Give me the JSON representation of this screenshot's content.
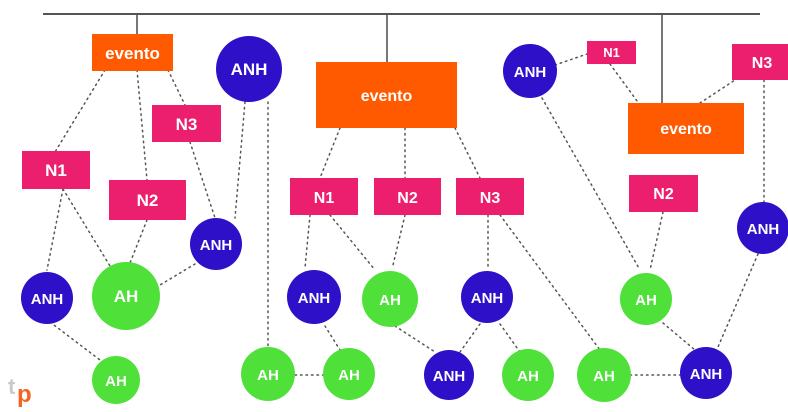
{
  "colors": {
    "event_fill": "#ff5a00",
    "n_fill": "#ec1f6e",
    "anh_fill": "#2d10c8",
    "ah_fill": "#4fe13a",
    "timeline": "#555555",
    "dotted": "#555555",
    "logo_t": "#c9c9c9",
    "logo_p": "#f26522"
  },
  "logo": {
    "glyph_t": "t",
    "glyph_p": "p"
  },
  "events": [
    {
      "id": "e1",
      "label": "evento"
    },
    {
      "id": "e2",
      "label": "evento"
    },
    {
      "id": "e3",
      "label": "evento"
    }
  ],
  "n_nodes": [
    {
      "id": "n1a",
      "label": "N1"
    },
    {
      "id": "n2a",
      "label": "N2"
    },
    {
      "id": "n3a",
      "label": "N3"
    },
    {
      "id": "n1b",
      "label": "N1"
    },
    {
      "id": "n2b",
      "label": "N2"
    },
    {
      "id": "n3b",
      "label": "N3"
    },
    {
      "id": "n1c",
      "label": "N1"
    },
    {
      "id": "n2c",
      "label": "N2"
    },
    {
      "id": "n3c",
      "label": "N3"
    }
  ],
  "anh_nodes": [
    {
      "id": "anh1",
      "label": "ANH"
    },
    {
      "id": "anh2",
      "label": "ANH"
    },
    {
      "id": "anh3",
      "label": "ANH"
    },
    {
      "id": "anh4",
      "label": "ANH"
    },
    {
      "id": "anh5",
      "label": "ANH"
    },
    {
      "id": "anh6",
      "label": "ANH"
    },
    {
      "id": "anh7",
      "label": "ANH"
    },
    {
      "id": "anh8",
      "label": "ANH"
    },
    {
      "id": "anh9",
      "label": "ANH"
    }
  ],
  "ah_nodes": [
    {
      "id": "ah1",
      "label": "AH"
    },
    {
      "id": "ah2",
      "label": "AH"
    },
    {
      "id": "ah3",
      "label": "AH"
    },
    {
      "id": "ah4",
      "label": "AH"
    },
    {
      "id": "ah5",
      "label": "AH"
    },
    {
      "id": "ah6",
      "label": "AH"
    },
    {
      "id": "ah7",
      "label": "AH"
    },
    {
      "id": "ah8",
      "label": "AH"
    }
  ]
}
